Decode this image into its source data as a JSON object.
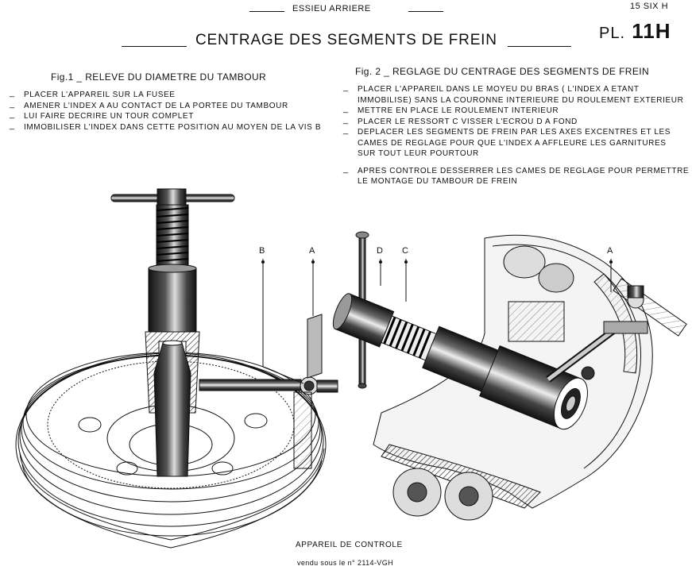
{
  "header": {
    "section": "ESSIEU ARRIERE",
    "title": "CENTRAGE DES SEGMENTS DE FREIN",
    "refcode": "15 SIX H",
    "plate_prefix": "PL.",
    "plate_number": "11H"
  },
  "fig1": {
    "title": "Fig.1 _ RELEVE DU DIAMETRE DU TAMBOUR",
    "steps": [
      "PLACER L'APPAREIL SUR LA FUSEE",
      "AMENER L'INDEX A AU CONTACT DE LA PORTEE DU TAMBOUR",
      "LUI FAIRE DECRIRE UN TOUR COMPLET",
      "IMMOBILISER L'INDEX DANS CETTE POSITION AU MOYEN DE LA VIS B"
    ],
    "callouts": [
      "B",
      "A"
    ]
  },
  "fig2": {
    "title": "Fig. 2 _ REGLAGE DU CENTRAGE DES SEGMENTS DE FREIN",
    "steps": [
      {
        "first": "PLACER L'APPAREIL DANS LE MOYEU DU BRAS ( L'INDEX A  ETANT",
        "rest": [
          "IMMOBILISE) SANS LA COURONNE INTERIEURE DU ROULEMENT EXTERIEUR"
        ]
      },
      {
        "first": "METTRE EN PLACE LE ROULEMENT INTERIEUR",
        "rest": []
      },
      {
        "first": "PLACER LE RESSORT  C  VISSER L'ECROU D   A FOND",
        "rest": []
      },
      {
        "first": "DEPLACER LES SEGMENTS DE FREIN PAR LES AXES EXCENTRES ET LES",
        "rest": [
          "CAMES DE REGLAGE POUR QUE L'INDEX A AFFLEURE LES GARNITURES",
          "SUR TOUT LEUR POURTOUR"
        ]
      },
      {
        "first": "APRES CONTROLE DESSERRER LES CAMES DE REGLAGE POUR PERMETTRE",
        "rest": [
          "LE MONTAGE DU TAMBOUR DE FREIN"
        ]
      }
    ],
    "callouts": [
      "D",
      "C",
      "A"
    ]
  },
  "footer": {
    "caption": "APPAREIL DE CONTROLE",
    "subcaption": "vendu sous le n° 2114-VGH"
  }
}
